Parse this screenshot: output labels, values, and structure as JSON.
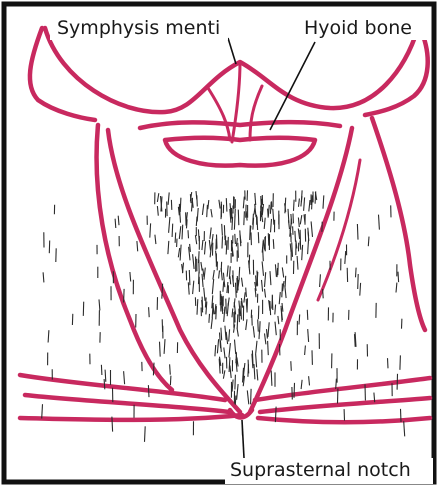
{
  "figure": {
    "labels": {
      "symphysis": "Symphysis menti",
      "hyoid": "Hyoid bone",
      "notch": "Suprasternal notch"
    }
  },
  "colors": {
    "outline": "#c8295f",
    "frame": "#111111",
    "hair": "#2b2b2b"
  }
}
